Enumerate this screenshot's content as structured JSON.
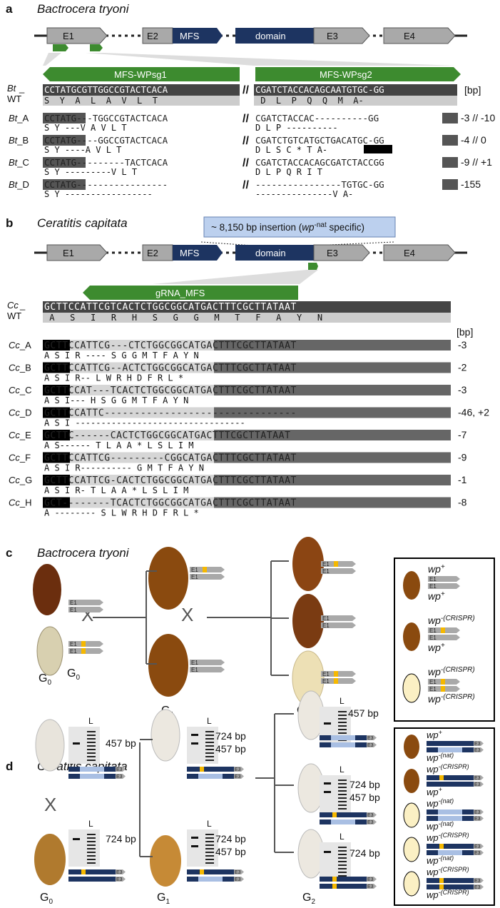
{
  "panels": {
    "a": {
      "letter": "a",
      "species": "Bactrocera tryoni"
    },
    "b": {
      "letter": "b",
      "species": "Ceratitis capitata"
    },
    "c": {
      "letter": "c",
      "species": "Bactrocera tryoni"
    },
    "d": {
      "letter": "d",
      "species": "Ceratitis capitata"
    }
  },
  "gene": {
    "E1": "E1",
    "E2": "E2",
    "MFS": "MFS",
    "domain": "domain",
    "E3": "E3",
    "E4": "E4"
  },
  "a": {
    "sg1": "MFS-WPsg1",
    "sg2": "MFS-WPsg2",
    "bp_unit": "[bp]",
    "sep": "//",
    "wt": {
      "name_a": "Bt",
      "name_b": "_",
      "name_c": "WT",
      "seq1": "CCTATGCGTTGGCCGTACTCACA",
      "seq2": "CGATCTACCACAGCAATGTGC-GG",
      "aa1": "S  Y  A  L  A  V  L  T ",
      "aa2": " D  L  P  Q  Q  M  A-"
    },
    "rows": [
      {
        "sp": "Bt",
        "name": "_A",
        "seq1": "CCTATG---TGGCCGTACTCACA",
        "seq2": "CGATCTACCAC----------GG",
        "aa1": "S  Y  ---V  A  V  L  T ",
        "aa2": " D  L  P ----------",
        "size": "-3 // -10"
      },
      {
        "sp": "Bt",
        "name": "_B",
        "seq1": "CCTATG----GGCCGTACTCACA",
        "seq2": "CGATCTGTCATGCTGACATGC-GG",
        "aa1": "S  Y  ----A  V  L  T ",
        "aa2": " D  L  S  C  *  T  A-",
        "size": "-4 // 0"
      },
      {
        "sp": "Bt",
        "name": "_C",
        "seq1": "CCTATG---------TACTCACA",
        "seq2": "CGATCTACCACAGCGATCTACCGG",
        "aa1": "S  Y  ---------V  L  T ",
        "aa2": " D  L  P  Q  R  I  T",
        "size": "-9 // +1"
      },
      {
        "sp": "Bt",
        "name": "_D",
        "seq1": "CCTATG-----------------",
        "seq2": "----------------TGTGC-GG",
        "aa1": "S  Y  -----------------",
        "aa2": "---------------V  A-",
        "size": "-155"
      }
    ]
  },
  "b": {
    "insertion_a": "~ 8,150 bp insertion (",
    "insertion_b": "wp",
    "insertion_c": "-nat",
    "insertion_d": " specific)",
    "grna": "gRNA_MFS",
    "bp_unit": "[bp]",
    "wt": {
      "sp": "Cc",
      "name_b": "_",
      "name_c": "WT",
      "seq": "GCTTCCATTCGTCACTCTGGCGGCATGACTTTCGCTTATAAT",
      "aa": " A   S   I   R   H   S   G   G   M   T   F   A   Y   N"
    },
    "rows": [
      {
        "sp": "Cc",
        "name": "_A",
        "seq": "GCTTCCATTCG---CTCTGGCGGCATGACTTTCGCTTATAAT",
        "aa": " A   S   I   R  ----  S   G   G   M   T   F   A   Y   N",
        "size": "-3"
      },
      {
        "sp": "Cc",
        "name": "_B",
        "seq": "GCTTCCATTCG--ACTCTGGCGGCATGACTTTCGCTTATAAT",
        "aa": " A   S   I   R--  L   W   R   H   D   F   R   L   *",
        "size": "-2"
      },
      {
        "sp": "Cc",
        "name": "_C",
        "seq": "GCTTCCAT---TCACTCTGGCGGCATGACTTTCGCTTATAAT",
        "aa": " A   S   I---  H   S   G   G   M   T   F   A   Y   N",
        "size": "-3"
      },
      {
        "sp": "Cc",
        "name": "_D",
        "seq": "GCTTCCATTC--------------------------------",
        "aa": " A   S   I ---------------------------------",
        "size": "-46, +2"
      },
      {
        "sp": "Cc",
        "name": "_E",
        "seq": "GCTTC------CACTCTGGCGGCATGACTTTCGCTTATAAT",
        "aa": " A   S------  T   L   A   A   *   L   S   L   I   M",
        "size": "-7"
      },
      {
        "sp": "Cc",
        "name": "_F",
        "seq": "GCTTCCATTCG---------CGGCATGACTTTCGCTTATAAT",
        "aa": " A   S   I   R----------  G   M   T   F   A   Y   N",
        "size": "-9"
      },
      {
        "sp": "Cc",
        "name": "_G",
        "seq": "GCTTCCATTCG-CACTCTGGCGGCATGACTTTCGCTTATAAT",
        "aa": " A   S   I   R-  T   L   A   A   *   L   S   L   I   M",
        "size": "-1"
      },
      {
        "sp": "Cc",
        "name": "_H",
        "seq": "GCT--------TCACTCTGGCGGCATGACTTTCGCTTATAAT",
        "aa": " A --------  S   L   W   R   H   D   F   R   L   *",
        "size": "-8"
      }
    ]
  },
  "c": {
    "gens": [
      "G",
      "G",
      "G"
    ],
    "gen_sub": [
      "0",
      "1",
      "2"
    ],
    "cross": "X",
    "exon": "E1",
    "legend": [
      {
        "a": "wp",
        "as": "+",
        "b": "wp",
        "bs": "+"
      },
      {
        "a": "wp",
        "as": "-(CRISPR)",
        "b": "wp",
        "bs": "+"
      },
      {
        "a": "wp",
        "as": "-(CRISPR)",
        "b": "wp",
        "bs": "-(CRISPR)"
      }
    ]
  },
  "d": {
    "gens": [
      "G",
      "G",
      "G"
    ],
    "gen_sub": [
      "0",
      "1",
      "2"
    ],
    "cross": "X",
    "ladder": "L",
    "exon": "E3",
    "bands": {
      "g0_top": "457 bp",
      "g0_bot": "724 bp",
      "g1_top_a": "724 bp",
      "g1_top_b": "457 bp",
      "g1_bot_a": "724 bp",
      "g1_bot_b": "457 bp",
      "g2_a": "457 bp",
      "g2_b_a": "724 bp",
      "g2_b_b": "457 bp",
      "g2_c": "724 bp"
    },
    "legend": [
      {
        "a": "wp",
        "as": "+",
        "b": "wp",
        "bs": "-(nat)"
      },
      {
        "a": "wp",
        "as": "-(CRISPR)",
        "b": "wp",
        "bs": "+"
      },
      {
        "a": "wp",
        "as": "-(nat)",
        "b": "wp",
        "bs": "-(nat)"
      },
      {
        "a": "wp",
        "as": "-(CRISPR)",
        "b": "wp",
        "bs": "-(nat)"
      },
      {
        "a": "wp",
        "as": "-(CRISPR)",
        "b": "wp",
        "bs": "-(CRISPR)"
      }
    ]
  },
  "colors": {
    "green": "#3d8b2f",
    "navy": "#1d3461",
    "grey": "#a9a9a9",
    "lightblue": "#a9bfe3",
    "yellow": "#f5b800",
    "brown": "#8a4a0f",
    "cream": "#fbf0c4"
  }
}
